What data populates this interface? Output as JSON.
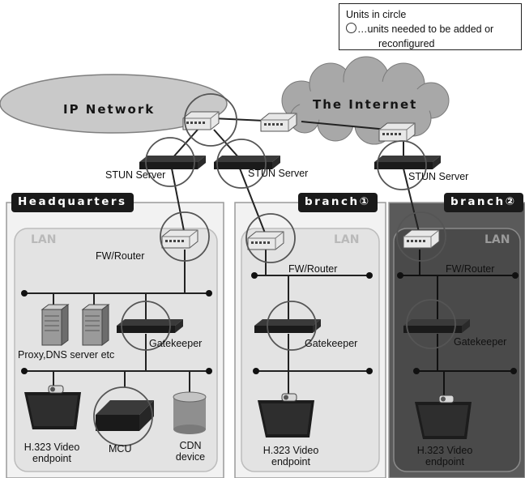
{
  "legend": {
    "title": "Units in circle",
    "line1": "…units needed to be added or",
    "line2": "reconfigured"
  },
  "clouds": {
    "ip_network": "IP Network",
    "internet": "The Internet"
  },
  "sites": {
    "headquarters": {
      "title": "Headquarters",
      "lan": "LAN",
      "stun": "STUN Server",
      "router": "FW/Router",
      "proxy": "Proxy,DNS server etc",
      "gatekeeper": "Gatekeeper",
      "endpoint": "H.323 Video endpoint",
      "mcu": "MCU",
      "cdn": "CDN device"
    },
    "branch1": {
      "title": "branch①",
      "lan": "LAN",
      "stun": "STUN Server",
      "router": "FW/Router",
      "gatekeeper": "Gatekeeper",
      "endpoint": "H.323 Video endpoint"
    },
    "branch2": {
      "title": "branch②",
      "lan": "LAN",
      "stun": "STUN Server",
      "router": "FW/Router",
      "gatekeeper": "Gatekeeper",
      "endpoint": "H.323 Video endpoint"
    }
  },
  "colors": {
    "panel_light": "#f2f2f2",
    "panel_dark": "#5a5a5a",
    "lan_fill": "#e3e3e3",
    "ip_cloud": "#c9c9c9",
    "internet_cloud": "#a8a8a8"
  }
}
